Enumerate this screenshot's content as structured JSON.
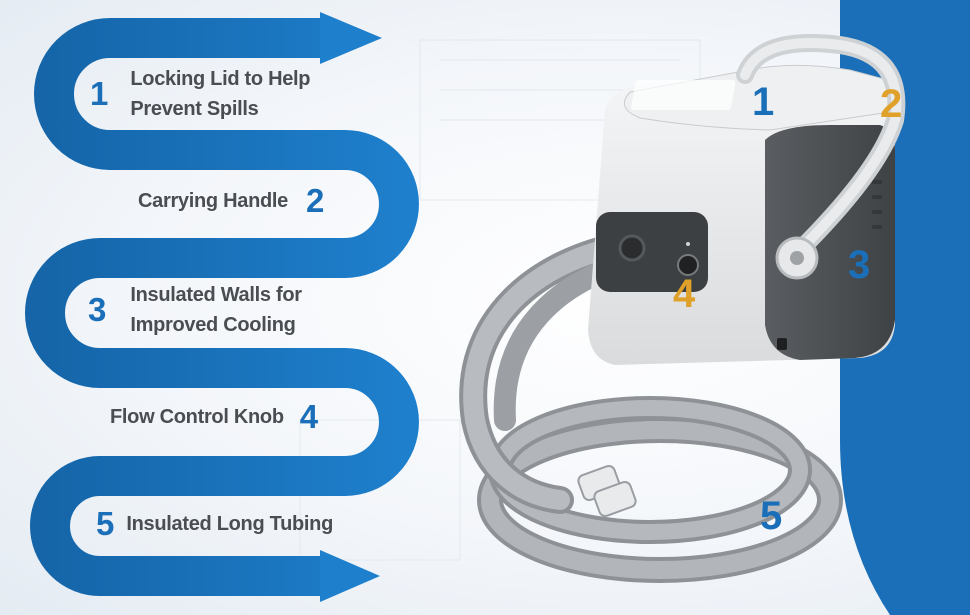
{
  "features": [
    {
      "number": "1",
      "text": "Locking Lid to Help Prevent Spills"
    },
    {
      "number": "2",
      "text": "Carrying Handle"
    },
    {
      "number": "3",
      "text": "Insulated Walls for Improved Cooling"
    },
    {
      "number": "4",
      "text": "Flow Control Knob"
    },
    {
      "number": "5",
      "text": "Insulated Long Tubing"
    }
  ],
  "callouts": [
    "1",
    "2",
    "3",
    "4",
    "5"
  ],
  "colors": {
    "accent_blue": "#1a6fb8",
    "highlight_orange": "#e0a12a",
    "text_gray": "#4a4d52",
    "device_white": "#e8e9ea",
    "device_dark": "#4f5256",
    "tubing_gray": "#a7abaf"
  }
}
